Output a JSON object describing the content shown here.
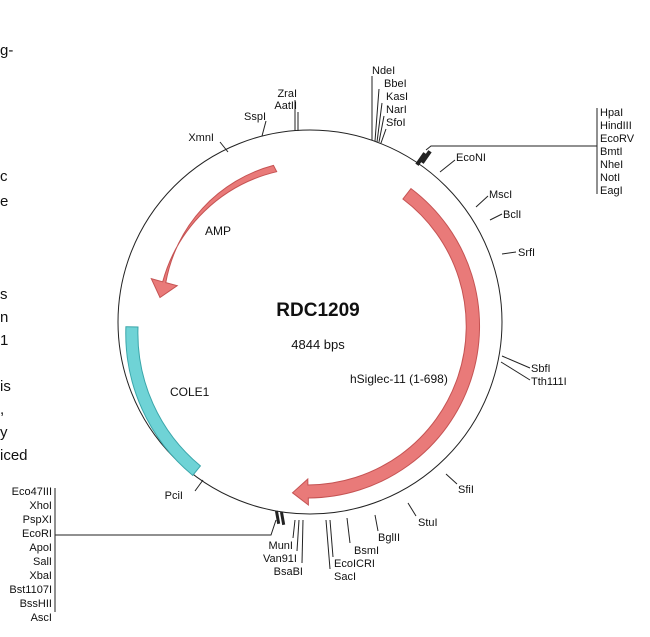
{
  "plasmid": {
    "name": "RDC1209",
    "size": "4844 bps"
  },
  "features": {
    "amp": "AMP",
    "cole1": "COLE1",
    "insert": "hSiglec-11 (1-698)"
  },
  "fragments": [
    "g-",
    "c",
    "e",
    "s",
    "n",
    "1",
    "is",
    ",",
    "y",
    "iced"
  ],
  "sites": {
    "ndei": "NdeI",
    "bbei": "BbeI",
    "kasi": "KasI",
    "nari": "NarI",
    "sfoi": "SfoI",
    "zrai": "ZraI",
    "aatii": "AatII",
    "sspi": "SspI",
    "xmni": "XmnI",
    "hpai": "HpaI",
    "hindiii": "HindIII",
    "ecorv": "EcoRV",
    "bmti": "BmtI",
    "nhei": "NheI",
    "noti": "NotI",
    "eagi": "EagI",
    "econi": "EcoNI",
    "msci": "MscI",
    "bcli": "BclI",
    "srfi": "SrfI",
    "sbfi": "SbfI",
    "tth111i": "Tth111I",
    "sfii": "SfiI",
    "stui": "StuI",
    "bglii": "BglII",
    "bsmi": "BsmI",
    "ecoicri": "EcoICRI",
    "saci": "SacI",
    "muni": "MunI",
    "van91i": "Van91I",
    "bsabi": "BsaBI",
    "pcii": "PciI",
    "eco47iii": "Eco47III",
    "xhoi": "XhoI",
    "pspxi": "PspXI",
    "ecori": "EcoRI",
    "apoi": "ApoI",
    "sali": "SalI",
    "xbai": "XbaI",
    "bst1107i": "Bst1107I",
    "bsshii": "BssHII",
    "asci": "AscI"
  },
  "colors": {
    "arrow_fill": "#e97a79",
    "arrow_stroke": "#c55353",
    "cole1_fill": "#6fd3d6",
    "cole1_stroke": "#3aa6aa",
    "line": "#222222"
  }
}
